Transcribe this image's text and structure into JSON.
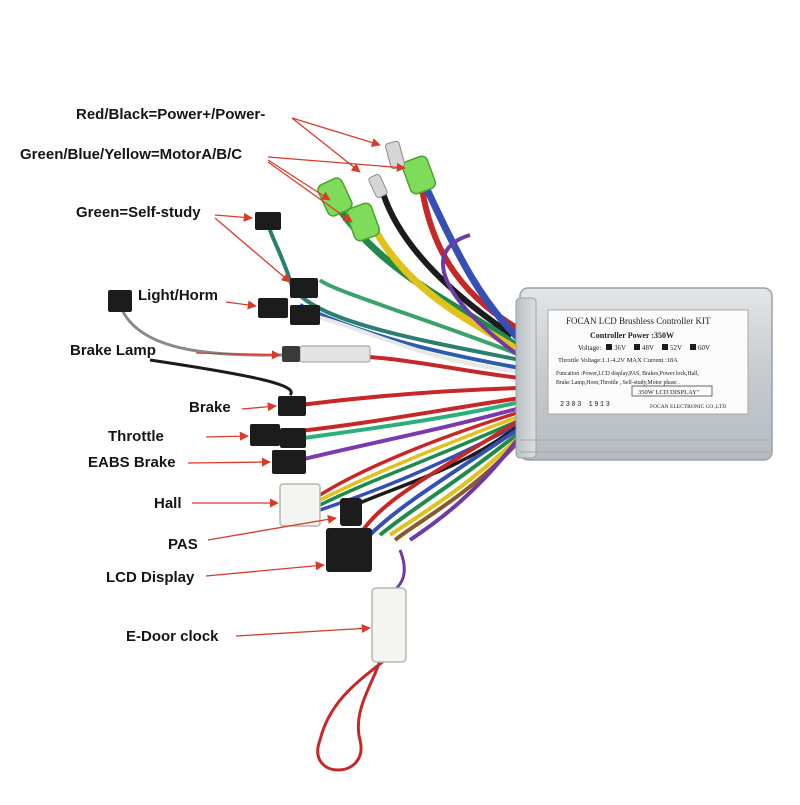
{
  "labels": [
    {
      "id": "power",
      "text": "Red/Black=Power+/Power-"
    },
    {
      "id": "motor",
      "text": "Green/Blue/Yellow=MotorA/B/C"
    },
    {
      "id": "selfstudy",
      "text": "Green=Self-study"
    },
    {
      "id": "light",
      "text": "Light/Horm"
    },
    {
      "id": "brakelamp",
      "text": "Brake Lamp"
    },
    {
      "id": "brake",
      "text": "Brake"
    },
    {
      "id": "throttle",
      "text": "Throttle"
    },
    {
      "id": "eabs",
      "text": "EABS Brake"
    },
    {
      "id": "hall",
      "text": "Hall"
    },
    {
      "id": "pas",
      "text": "PAS"
    },
    {
      "id": "lcd",
      "text": "LCD Display"
    },
    {
      "id": "edoor",
      "text": "E-Door clock"
    }
  ],
  "controller_label": {
    "title": "FOCAN LCD Brushless Controller KIT",
    "power": "Controller Power :350W",
    "voltage_prefix": "Voltage:",
    "voltages": [
      "36V",
      "48V",
      "52V",
      "60V"
    ],
    "throttle_spec": "Throttle Voltage:1.1-4.2V MAX Current :18A",
    "function_line1": "Funcation :Power,LCD display,PAS, Brakes,Power lock,Hall,",
    "function_line2": "Brake Lamp,Horn,Throttle , Self-study,Motor phase .",
    "serial": "2303 1913",
    "display_box": "350W LCD DISPLAY\"",
    "manufacturer": "FOCAN ELECTRONIC CO.,LTD"
  },
  "colors": {
    "arrow": "#d93b2b",
    "wire_red": "#c62828",
    "wire_black": "#1c1c1c",
    "wire_blue": "#3550b5",
    "wire_yellow": "#e0c21b",
    "wire_green": "#1f8a4c",
    "wire_teal": "#2b7f72",
    "wire_purple": "#6d3aa8",
    "wire_white": "#e8e8e8",
    "wire_gray": "#8a8a8a",
    "wire_brown": "#8a5a2b",
    "terminal_green": "#7fdc5a",
    "case": "#c9ced2"
  }
}
